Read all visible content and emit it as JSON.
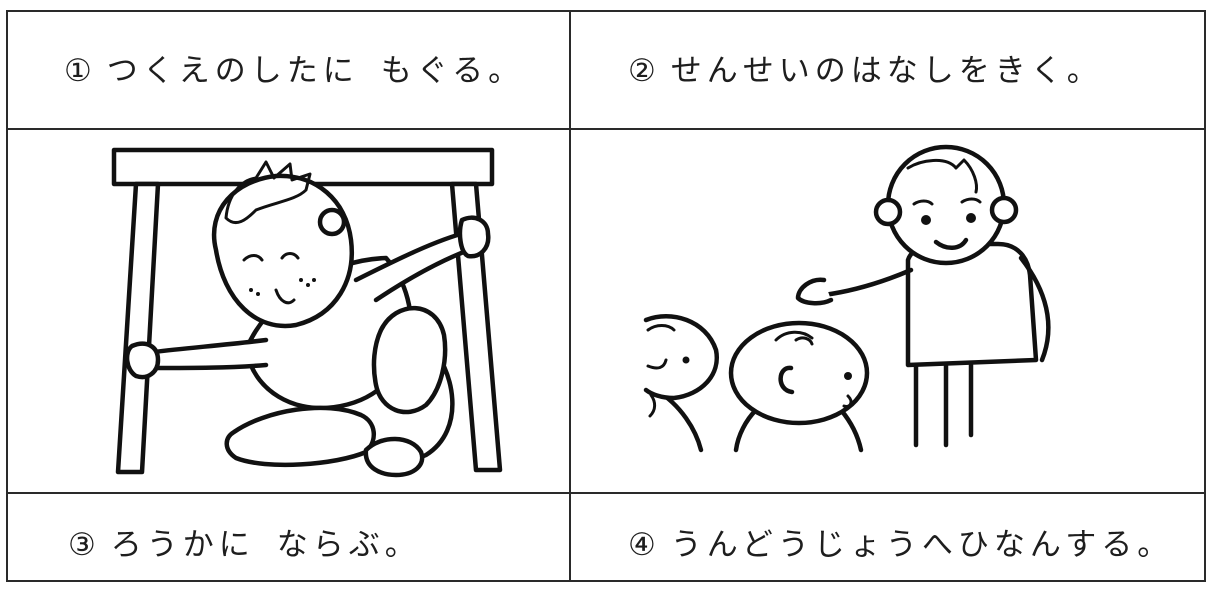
{
  "cells": [
    {
      "number": "①",
      "text_a": "つくえのしたに",
      "text_b": "もぐる。"
    },
    {
      "number": "②",
      "text_a": "せんせいのはなしをきく。",
      "text_b": ""
    },
    {
      "number": "③",
      "text_a": "ろうかに",
      "text_b": "ならぶ。"
    },
    {
      "number": "④",
      "text_a": "うんどうじょうへひなんする。",
      "text_b": ""
    }
  ],
  "illustrations": {
    "left": "child-under-desk-illustration",
    "right": "teacher-speaking-to-children-illustration"
  }
}
